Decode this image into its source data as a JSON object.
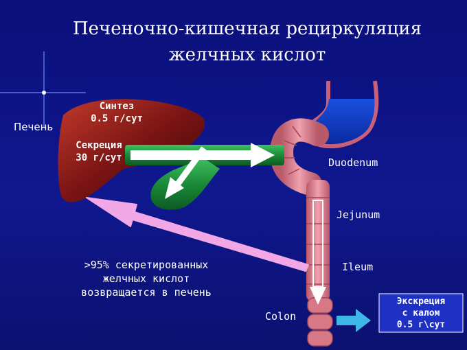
{
  "title": {
    "line1": "Печеночно-кишечная рециркуляция",
    "line2": "желчных кислот"
  },
  "labels": {
    "liver": "Печень",
    "synthesis_line1": "Синтез",
    "synthesis_line2": "0.5 г/сут",
    "secretion_line1": "Секреция",
    "secretion_line2": "30 г/сут",
    "duodenum": "Duodenum",
    "jejunum": "Jejunum",
    "ileum": "Ileum",
    "colon": "Colon",
    "return_line1": ">95% секретированных",
    "return_line2": "желчных кислот",
    "return_line3": "возвращается в печень",
    "excretion_line1": "Экскреция",
    "excretion_line2": "с калом",
    "excretion_line3": "0.5 г\\сут"
  },
  "colors": {
    "background": "#10188f",
    "liver": "#8b1a1a",
    "bile_duct": "#1f8a3c",
    "intestine": "#e88a9a",
    "stomach_fluid": "#0a3cc8",
    "return_arrow": "#f2a8e6",
    "excretion_arrow": "#3fb6e8"
  }
}
